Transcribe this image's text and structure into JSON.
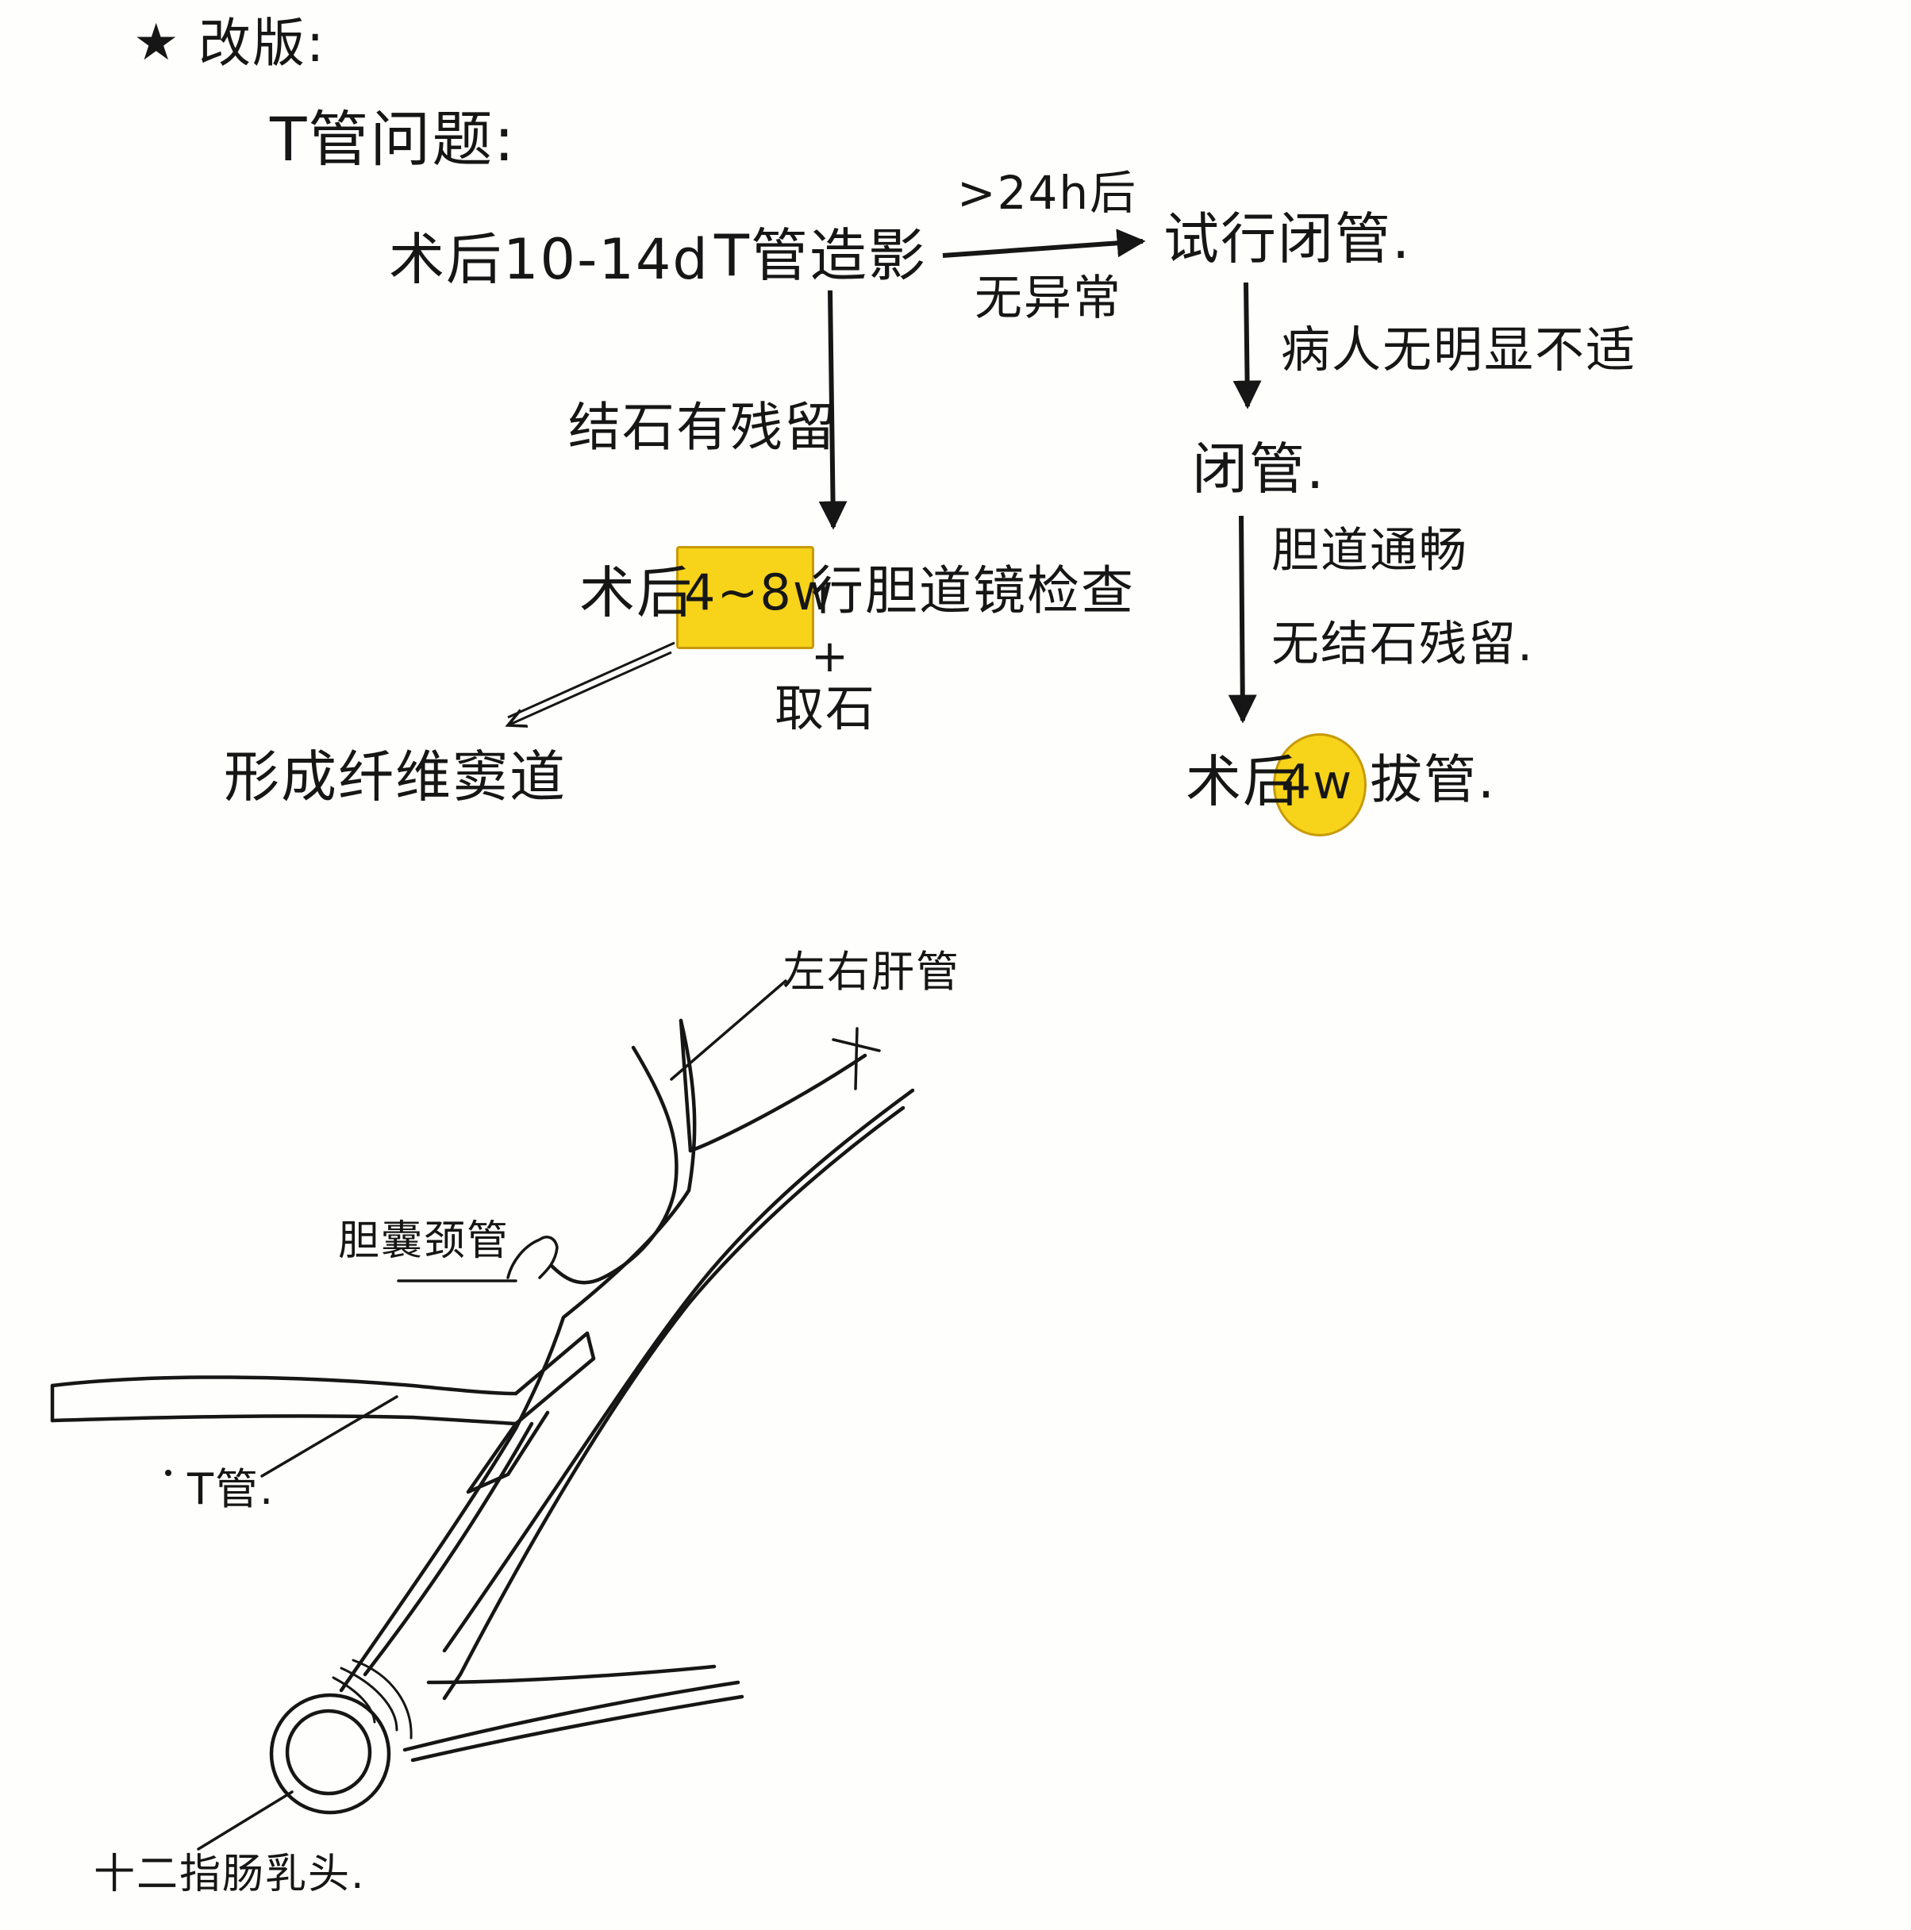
{
  "header": {
    "star": "★",
    "title": "改版:",
    "section_title": "T管问题:"
  },
  "flow": {
    "start": "术后10-14d T管造影",
    "start_prefix": "术后10-14d",
    "start_node": "T管造影",
    "right_above": ">24h后",
    "right_below": "无异常",
    "trial": "试行闭管.",
    "down_left_label": "结石有残留",
    "exam_prefix": "术后",
    "exam_highlight": "4~8w",
    "exam_suffix": "行胆道镜检查",
    "plus": "+",
    "stone_removal": "取石",
    "fistula": "形成纤维窦道",
    "trial_down_label": "病人无明显不适",
    "close": "闭管.",
    "close_down_label_1": "胆道通畅",
    "close_down_label_2": "无结石残留.",
    "remove_prefix": "术后",
    "remove_highlight": "4w",
    "remove_suffix": "拔管."
  },
  "anatomy": {
    "hepatic_ducts": "左右肝管",
    "cystic_duct": "胆囊颈管",
    "t_tube": "T管.",
    "papilla": "十二指肠乳头."
  },
  "colors": {
    "ink": "#161616",
    "highlight": "#f7d31a",
    "highlight_border": "#c79a0a",
    "paper": "#fefefc"
  }
}
